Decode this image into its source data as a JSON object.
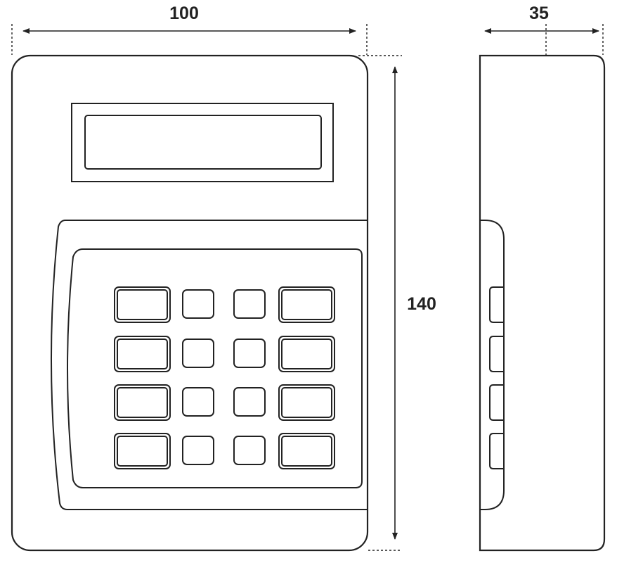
{
  "dimensions": {
    "width": "100",
    "height": "140",
    "depth": "35"
  },
  "keypad": {
    "rows": 4,
    "columns": 4
  }
}
